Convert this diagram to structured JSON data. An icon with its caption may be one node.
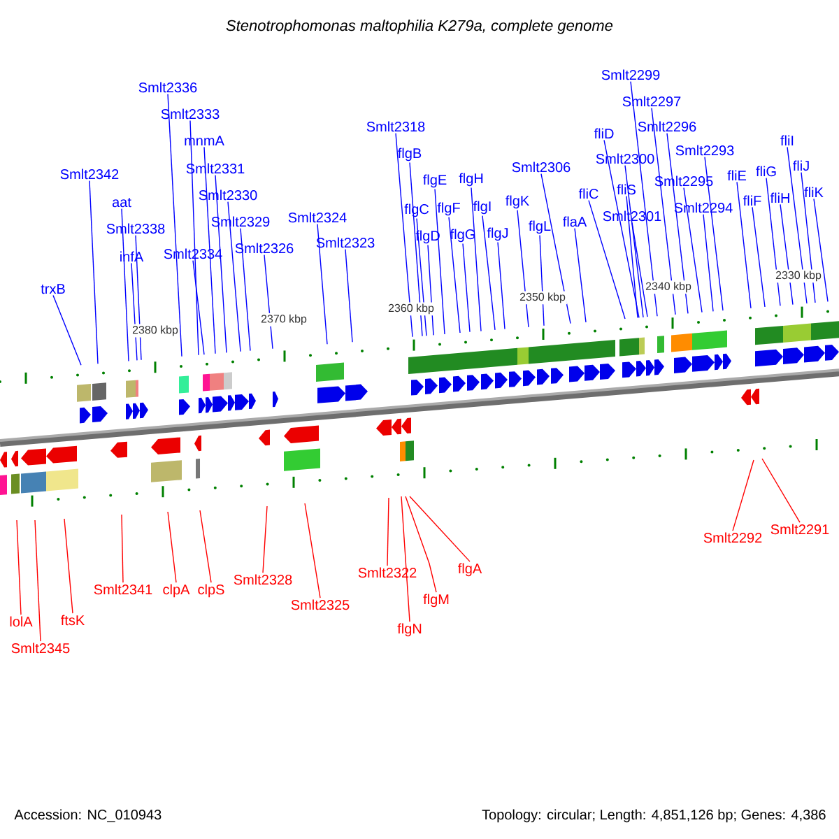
{
  "diagram": {
    "title": "Stenotrophomonas maltophilia K279a, complete genome",
    "nodes": [
      {
        "text": [
          "trxB"
        ]
      },
      {
        "text": [
          "Smlt2342"
        ]
      },
      {
        "text": [
          "aat"
        ]
      },
      {
        "text": [
          "infA"
        ]
      },
      {
        "text": [
          "Smlt2338"
        ]
      },
      {
        "text": [
          "Smlt2336"
        ]
      },
      {
        "text": [
          "Smlt2333"
        ]
      },
      {
        "text": [
          "Smlt2334"
        ]
      },
      {
        "text": [
          "mnmA"
        ]
      },
      {
        "text": [
          "Smlt2331"
        ]
      },
      {
        "text": [
          "Smlt2330"
        ]
      },
      {
        "text": [
          "Smlt2329"
        ]
      },
      {
        "text": [
          "Smlt2326"
        ]
      },
      {
        "text": [
          "Smlt2324"
        ]
      },
      {
        "text": [
          "Smlt2323"
        ]
      },
      {
        "text": [
          "Smlt2318"
        ]
      },
      {
        "text": [
          "flgB"
        ]
      },
      {
        "text": [
          "flgC"
        ]
      },
      {
        "text": [
          "flgD"
        ]
      },
      {
        "text": [
          "flgE"
        ]
      },
      {
        "text": [
          "flgF"
        ]
      },
      {
        "text": [
          "flgG"
        ]
      },
      {
        "text": [
          "flgH"
        ]
      },
      {
        "text": [
          "flgI"
        ]
      },
      {
        "text": [
          "flgJ"
        ]
      },
      {
        "text": [
          "flgK"
        ]
      },
      {
        "text": [
          "flgL"
        ]
      },
      {
        "text": [
          "Smlt2306"
        ]
      },
      {
        "text": [
          "flaA"
        ]
      },
      {
        "text": [
          "fliC"
        ]
      },
      {
        "text": [
          "fliD"
        ]
      },
      {
        "text": [
          "Smlt2300"
        ]
      },
      {
        "text": [
          "fliS"
        ]
      },
      {
        "text": [
          "Smlt2301"
        ]
      },
      {
        "text": [
          "Smlt2299"
        ]
      },
      {
        "text": [
          "Smlt2297"
        ]
      },
      {
        "text": [
          "Smlt2296"
        ]
      },
      {
        "text": [
          "Smlt2293"
        ]
      },
      {
        "text": [
          "Smlt2295"
        ]
      },
      {
        "text": [
          "Smlt2294"
        ]
      },
      {
        "text": [
          "fliE"
        ]
      },
      {
        "text": [
          "fliF"
        ]
      },
      {
        "text": [
          "fliG"
        ]
      },
      {
        "text": [
          "fliH"
        ]
      },
      {
        "text": [
          "fliI"
        ]
      },
      {
        "text": [
          "fliJ"
        ]
      },
      {
        "text": [
          "fliK"
        ]
      },
      {
        "text": [
          "lolA"
        ]
      },
      {
        "text": [
          "Smlt2345"
        ]
      },
      {
        "text": [
          "ftsK"
        ]
      },
      {
        "text": [
          "Smlt2341"
        ]
      },
      {
        "text": [
          "clpA"
        ]
      },
      {
        "text": [
          "clpS"
        ]
      },
      {
        "text": [
          "Smlt2328"
        ]
      },
      {
        "text": [
          "Smlt2325"
        ]
      },
      {
        "text": [
          "Smlt2322"
        ]
      },
      {
        "text": [
          "flgN"
        ]
      },
      {
        "text": [
          "flgM"
        ]
      },
      {
        "text": [
          "flgA"
        ]
      },
      {
        "text": [
          "Smlt2292"
        ]
      },
      {
        "text": [
          "Smlt2291"
        ]
      }
    ],
    "edges": [
      {
        "from": 0,
        "to": null,
        "arrow": "none"
      },
      {
        "from": 1,
        "to": null,
        "arrow": "none"
      },
      {
        "from": 2,
        "to": null,
        "arrow": "none"
      },
      {
        "from": 3,
        "to": null,
        "arrow": "none"
      },
      {
        "from": 4,
        "to": null,
        "arrow": "none"
      },
      {
        "from": 5,
        "to": null,
        "arrow": "none"
      },
      {
        "from": 6,
        "to": null,
        "arrow": "none"
      },
      {
        "from": 7,
        "to": null,
        "arrow": "none"
      },
      {
        "from": 8,
        "to": null,
        "arrow": "none"
      },
      {
        "from": 9,
        "to": null,
        "arrow": "none"
      },
      {
        "from": 10,
        "to": null,
        "arrow": "none"
      },
      {
        "from": 11,
        "to": null,
        "arrow": "none"
      },
      {
        "from": 12,
        "to": null,
        "arrow": "none"
      },
      {
        "from": 13,
        "to": null,
        "arrow": "none"
      },
      {
        "from": 14,
        "to": null,
        "arrow": "none"
      },
      {
        "from": 15,
        "to": null,
        "arrow": "none"
      },
      {
        "from": 16,
        "to": null,
        "arrow": "none"
      },
      {
        "from": 17,
        "to": null,
        "arrow": "none"
      },
      {
        "from": 18,
        "to": null,
        "arrow": "none"
      },
      {
        "from": 19,
        "to": null,
        "arrow": "none"
      },
      {
        "from": 20,
        "to": null,
        "arrow": "none"
      },
      {
        "from": 21,
        "to": null,
        "arrow": "none"
      },
      {
        "from": 22,
        "to": null,
        "arrow": "none"
      },
      {
        "from": 23,
        "to": null,
        "arrow": "none"
      },
      {
        "from": 24,
        "to": null,
        "arrow": "none"
      },
      {
        "from": 25,
        "to": null,
        "arrow": "none"
      },
      {
        "from": 26,
        "to": null,
        "arrow": "none"
      },
      {
        "from": 27,
        "to": null,
        "arrow": "none"
      },
      {
        "from": 28,
        "to": null,
        "arrow": "none"
      },
      {
        "from": 29,
        "to": null,
        "arrow": "none"
      },
      {
        "from": 30,
        "to": null,
        "arrow": "none"
      },
      {
        "from": 31,
        "to": null,
        "arrow": "none"
      },
      {
        "from": 32,
        "to": null,
        "arrow": "none"
      },
      {
        "from": 33,
        "to": null,
        "arrow": "none"
      },
      {
        "from": 34,
        "to": null,
        "arrow": "none"
      },
      {
        "from": 35,
        "to": null,
        "arrow": "none"
      },
      {
        "from": 36,
        "to": null,
        "arrow": "none"
      },
      {
        "from": 37,
        "to": null,
        "arrow": "none"
      },
      {
        "from": 38,
        "to": null,
        "arrow": "none"
      },
      {
        "from": 39,
        "to": null,
        "arrow": "none"
      },
      {
        "from": 40,
        "to": null,
        "arrow": "none"
      },
      {
        "from": 41,
        "to": null,
        "arrow": "none"
      },
      {
        "from": 42,
        "to": null,
        "arrow": "none"
      },
      {
        "from": 43,
        "to": null,
        "arrow": "none"
      },
      {
        "from": 44,
        "to": null,
        "arrow": "none"
      },
      {
        "from": 45,
        "to": null,
        "arrow": "none"
      },
      {
        "from": 46,
        "to": null,
        "arrow": "none"
      },
      {
        "from": 47,
        "to": null,
        "arrow": "none",
        "color": "#ff0000"
      },
      {
        "from": 48,
        "to": null,
        "arrow": "none",
        "color": "#ff0000"
      },
      {
        "from": 49,
        "to": null,
        "arrow": "none",
        "color": "#ff0000"
      },
      {
        "from": 50,
        "to": null,
        "arrow": "none",
        "color": "#ff0000"
      },
      {
        "from": 51,
        "to": null,
        "arrow": "none",
        "color": "#ff0000"
      },
      {
        "from": 52,
        "to": null,
        "arrow": "none",
        "color": "#ff0000"
      },
      {
        "from": 53,
        "to": null,
        "arrow": "none",
        "color": "#ff0000"
      },
      {
        "from": 54,
        "to": null,
        "arrow": "none",
        "color": "#ff0000"
      },
      {
        "from": 55,
        "to": null,
        "arrow": "none",
        "color": "#ff0000"
      },
      {
        "from": 56,
        "to": null,
        "arrow": "none",
        "color": "#ff0000"
      },
      {
        "from": 57,
        "to": null,
        "arrow": "none",
        "color": "#ff0000"
      },
      {
        "from": 58,
        "to": null,
        "arrow": "none",
        "color": "#ff0000"
      },
      {
        "from": 59,
        "to": null,
        "arrow": "none",
        "color": "#ff0000"
      },
      {
        "from": 60,
        "to": null,
        "arrow": "none",
        "color": "#ff0000"
      }
    ],
    "labels": [
      "2380 kbp",
      "2370 kbp",
      "2360 kbp",
      "2350 kbp",
      "2340 kbp",
      "2330 kbp",
      "Accession: NC_010943",
      "Topology: circular; Length: 4,851,126 bp; Genes: 4,386"
    ]
  }
}
